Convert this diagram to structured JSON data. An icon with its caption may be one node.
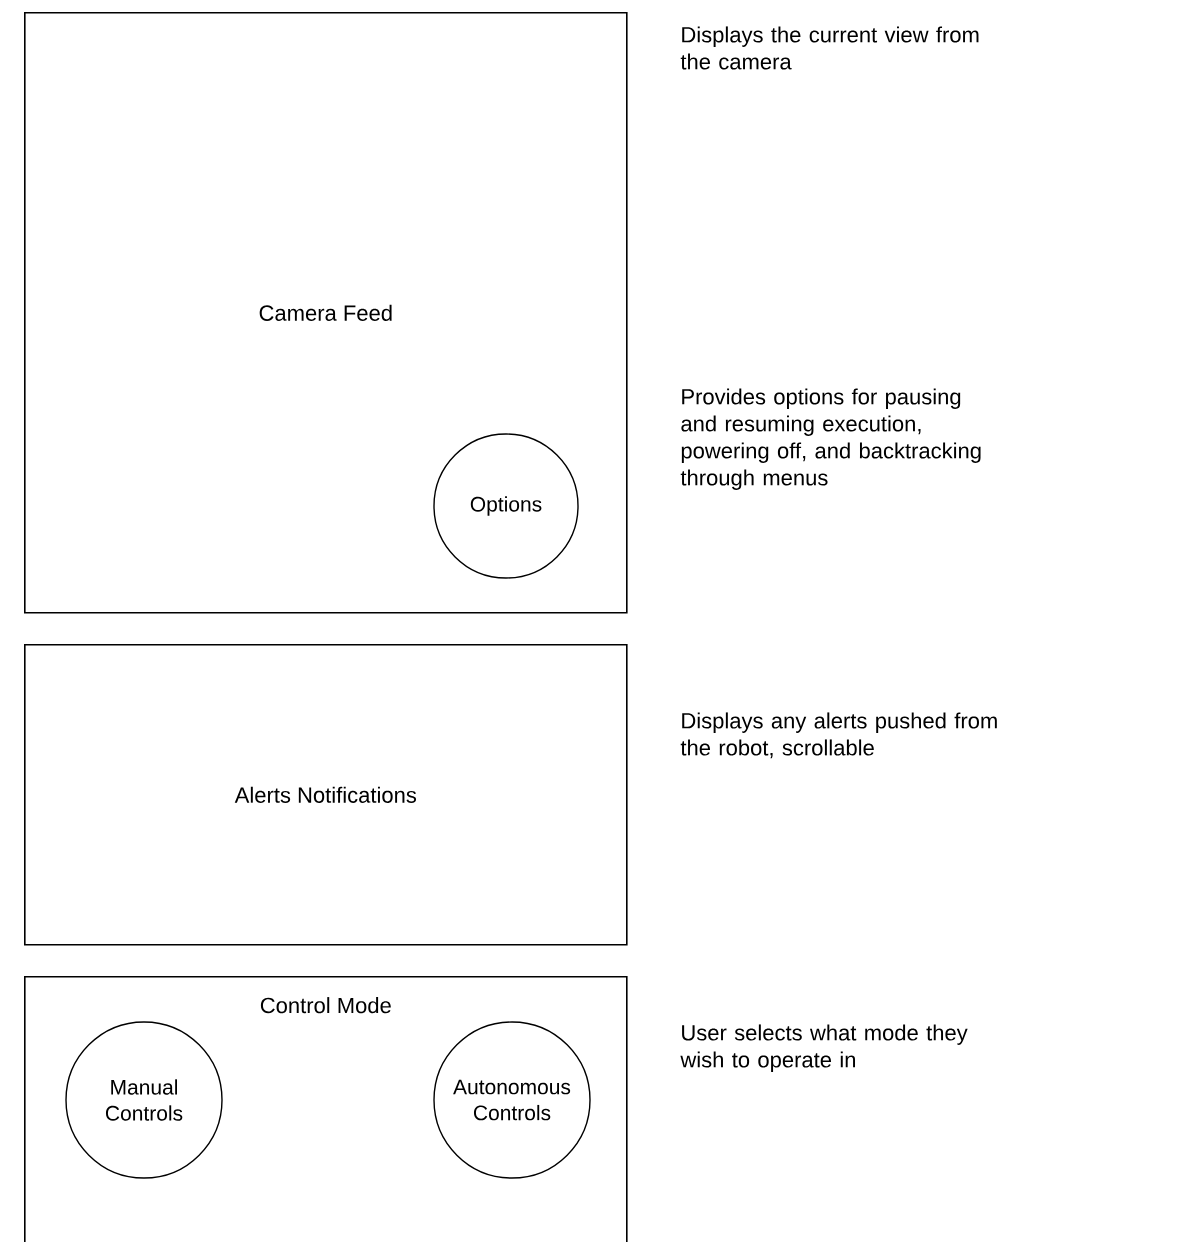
{
  "diagram": {
    "nodes": [
      {
        "text": [
          "Camera Feed"
        ]
      },
      {
        "text": [
          "Options"
        ],
        "in": 0
      },
      {
        "text": [
          "Alerts Notifications"
        ]
      },
      {
        "text": [
          "Control Mode"
        ]
      },
      {
        "text": [
          "Manual Controls"
        ],
        "in": 3
      },
      {
        "text": [
          "Autonomous Controls"
        ],
        "in": 3
      }
    ],
    "labels": [
      "Displays the current view from the camera",
      "Provides options for pausing and resuming execution, powering off, and backtracking through menus",
      "Displays any alerts pushed from the robot, scrollable",
      "User selects what mode they wish to operate in"
    ]
  }
}
